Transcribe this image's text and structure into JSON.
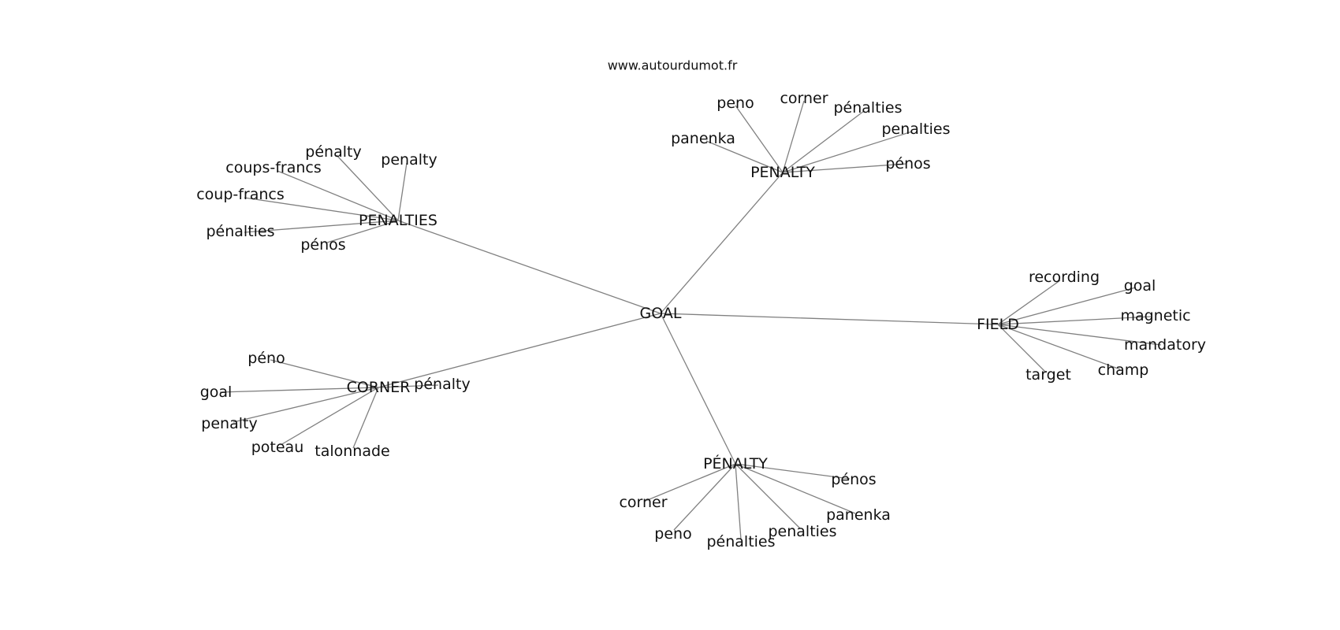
{
  "source_credit": "www.autourdumot.fr",
  "root": {
    "label": "GOAL"
  },
  "clusters": [
    {
      "label": "PENALTIES",
      "children": [
        "pénalty",
        "penalty",
        "coups-francs",
        "coup-francs",
        "pénalties",
        "pénos"
      ]
    },
    {
      "label": "PENALTY",
      "children": [
        "peno",
        "corner",
        "pénalties",
        "penalties",
        "panenka",
        "pénos"
      ]
    },
    {
      "label": "FIELD",
      "children": [
        "recording",
        "goal",
        "magnetic",
        "mandatory",
        "champ",
        "target"
      ]
    },
    {
      "label": "CORNER",
      "children": [
        "péno",
        "pénalty",
        "goal",
        "penalty",
        "poteau",
        "talonnade"
      ]
    },
    {
      "label": "PÉNALTY",
      "children": [
        "pénos",
        "panenka",
        "penalties",
        "pénalties",
        "peno",
        "corner"
      ]
    }
  ]
}
